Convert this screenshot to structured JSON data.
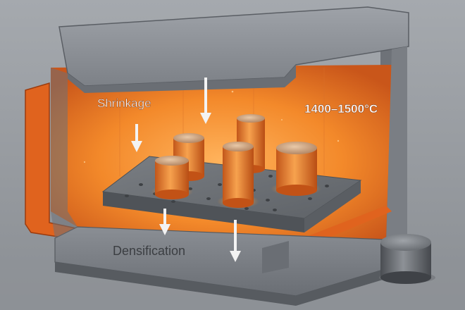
{
  "labels": {
    "shrinkage": "Shrinkage",
    "densification": "Densification",
    "temperature": "1400–1500°C"
  },
  "colors": {
    "background": "#9a9ea3",
    "furnace_shell": "#8c9096",
    "furnace_shell_dark": "#5e6268",
    "furnace_glow": "#f07a22",
    "glow_core": "#ffb35c",
    "orange_trim": "#e0631e",
    "plate": "#6d7176",
    "label_text": "#ffffff",
    "label_dark": "#3b3e42",
    "arrow": "#f3f3f3"
  },
  "parts": {
    "count_in_furnace": 5,
    "count_outside": 1,
    "shape": "cylinder"
  }
}
